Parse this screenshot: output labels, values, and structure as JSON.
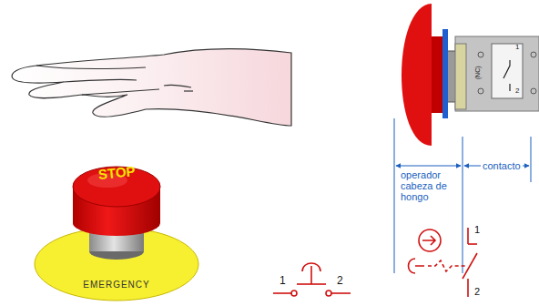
{
  "diagram": {
    "labels": [
      "STOP",
      "EMERGENCY",
      "operador cabeza de hongo",
      "contacto",
      "(NC)",
      "1",
      "2",
      "1",
      "2",
      "1",
      "2"
    ]
  }
}
